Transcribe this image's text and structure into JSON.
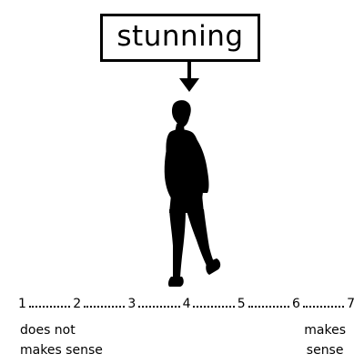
{
  "stimulus": {
    "word": "stunning"
  },
  "scale": {
    "points": [
      "1",
      "2",
      "3",
      "4",
      "5",
      "6",
      "7"
    ],
    "anchors": {
      "low_line1": "does not",
      "low_line2": "makes sense",
      "high_line1": "makes",
      "high_line2": "sense"
    }
  },
  "icons": {
    "arrow": "down-arrow-icon",
    "figure": "walking-man-silhouette"
  }
}
